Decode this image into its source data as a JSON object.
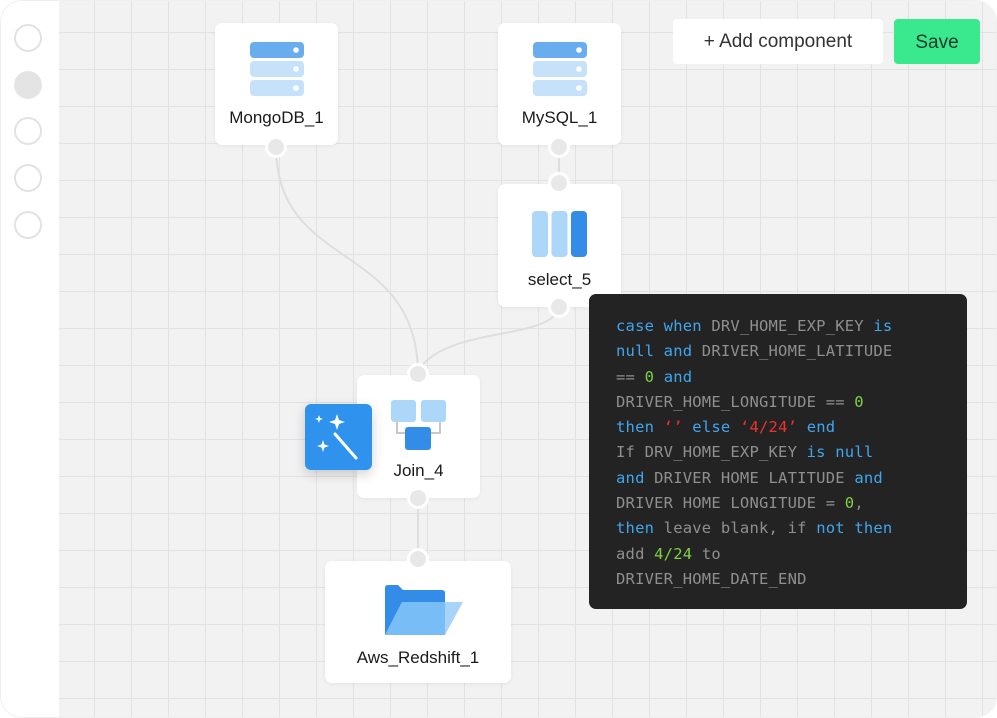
{
  "sidebar": {
    "items": [
      {
        "name": "sidebar-item-1",
        "active": false
      },
      {
        "name": "sidebar-item-2",
        "active": true
      },
      {
        "name": "sidebar-item-3",
        "active": false
      },
      {
        "name": "sidebar-item-4",
        "active": false
      },
      {
        "name": "sidebar-item-5",
        "active": false
      }
    ]
  },
  "toolbar": {
    "add_component_label": "+ Add component",
    "save_label": "Save"
  },
  "colors": {
    "accent_blue": "#2f93ee",
    "save_green": "#3ae88e",
    "keyword": "#3fa6ee",
    "number": "#7ed23e",
    "string": "#f22f2f"
  },
  "nodes": {
    "mongodb": {
      "label": "MongoDB_1",
      "icon": "database-icon"
    },
    "mysql": {
      "label": "MySQL_1",
      "icon": "database-icon"
    },
    "select": {
      "label": "select_5",
      "icon": "columns-icon"
    },
    "join": {
      "label": "Join_4",
      "icon": "join-icon"
    },
    "redshift": {
      "label": "Aws_Redshift_1",
      "icon": "folder-open-icon"
    }
  },
  "magic_button": {
    "icon": "magic-wand-icon"
  },
  "code_tooltip": {
    "lines": [
      [
        {
          "t": "case when ",
          "c": "kw"
        },
        {
          "t": "DRV_HOME_EXP_KEY ",
          "c": "plain"
        },
        {
          "t": "is",
          "c": "kw"
        }
      ],
      [
        {
          "t": "null and ",
          "c": "kw"
        },
        {
          "t": "DRIVER_HOME_LATITUDE",
          "c": "plain"
        }
      ],
      [
        {
          "t": "== ",
          "c": "plain"
        },
        {
          "t": "0 ",
          "c": "num"
        },
        {
          "t": "and",
          "c": "kw"
        }
      ],
      [
        {
          "t": "DRIVER_HOME_LONGITUDE == ",
          "c": "plain"
        },
        {
          "t": "0",
          "c": "num"
        }
      ],
      [
        {
          "t": "then ",
          "c": "kw"
        },
        {
          "t": "‘’ ",
          "c": "str"
        },
        {
          "t": "else ",
          "c": "kw"
        },
        {
          "t": "‘4/24’ ",
          "c": "str"
        },
        {
          "t": "end",
          "c": "kw"
        }
      ],
      [
        {
          "t": "If DRV_HOME_EXP_KEY ",
          "c": "plain"
        },
        {
          "t": "is null",
          "c": "kw"
        }
      ],
      [
        {
          "t": "and ",
          "c": "kw"
        },
        {
          "t": "DRIVER HOME LATITUDE ",
          "c": "plain"
        },
        {
          "t": "and",
          "c": "kw"
        }
      ],
      [
        {
          "t": "DRIVER HOME LONGITUDE = ",
          "c": "plain"
        },
        {
          "t": "0",
          "c": "num"
        },
        {
          "t": ",",
          "c": "plain"
        }
      ],
      [
        {
          "t": "then ",
          "c": "kw"
        },
        {
          "t": "leave blank, if ",
          "c": "plain"
        },
        {
          "t": "not then",
          "c": "kw"
        }
      ],
      [
        {
          "t": "add ",
          "c": "plain"
        },
        {
          "t": "4/24 ",
          "c": "num"
        },
        {
          "t": "to",
          "c": "plain"
        }
      ],
      [
        {
          "t": "DRIVER_HOME_DATE_END",
          "c": "plain"
        }
      ]
    ]
  }
}
